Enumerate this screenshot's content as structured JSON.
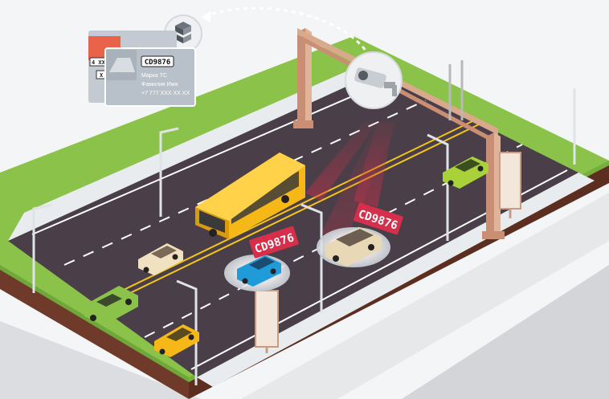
{
  "card": {
    "plate": "CD9876",
    "brand": "Марка ТС",
    "name": "Фамилия Имя",
    "phone": "+7 777 XXX XX XX",
    "back_plate_1": "4 XXX 0",
    "back_plate_2": "X 09"
  },
  "detections": [
    {
      "plate": "CD9876"
    },
    {
      "plate": "CD9876"
    }
  ],
  "colors": {
    "road": "#4a3f48",
    "grass": "#8bc34a",
    "soil": "#7a3f2e",
    "highlight": "#d62f4b",
    "bus": "#f5b816",
    "gantry": "#d9a98c"
  },
  "icons": [
    "server-icon",
    "camera-icon"
  ]
}
